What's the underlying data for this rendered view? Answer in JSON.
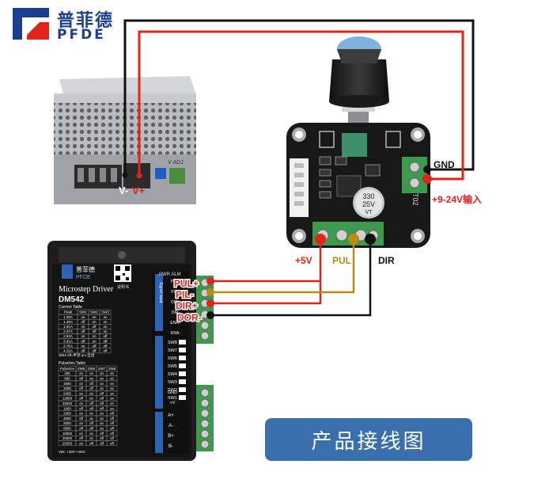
{
  "logo": {
    "cn": "普菲德",
    "en": "PFDE"
  },
  "power_supply": {
    "terminal_neg": "V-",
    "terminal_pos": "V+",
    "side_label": "V ADJ"
  },
  "controller_board": {
    "model": "KT02",
    "capacitor_value": "330",
    "capacitor_voltage": "25V",
    "capacitor_series": "VT",
    "terminal_gnd": "GND",
    "terminal_supply": "+9-24V输入",
    "out_5v": "+5V",
    "out_pul": "PUL",
    "out_dir": "DIR"
  },
  "driver": {
    "brand_cn": "普菲德",
    "brand_en": "PFDE",
    "title": "Microstep  Driver",
    "model": "DM542",
    "current_table_label": "Current  Table",
    "current_headers": [
      "Peak",
      "SW1",
      "SW2",
      "SW3"
    ],
    "current_rows": [
      [
        "1.00A",
        "on",
        "on",
        "on"
      ],
      [
        "1.46A",
        "off",
        "on",
        "on"
      ],
      [
        "1.91A",
        "on",
        "off",
        "on"
      ],
      [
        "2.37A",
        "off",
        "off",
        "on"
      ],
      [
        "2.84A",
        "on",
        "on",
        "off"
      ],
      [
        "3.31A",
        "off",
        "on",
        "off"
      ],
      [
        "3.76A",
        "on",
        "off",
        "off"
      ],
      [
        "4.22A",
        "off",
        "off",
        "off"
      ]
    ],
    "sw4_note": "SW4 off=半流  on=全流",
    "pulse_table_label": "Pulse/rev Table",
    "pulse_headers": [
      "Pulse/rev",
      "SW5",
      "SW6",
      "SW7",
      "SW8"
    ],
    "pulse_rows": [
      [
        "400",
        "on",
        "on",
        "on",
        "on"
      ],
      [
        "800",
        "off",
        "on",
        "on",
        "on"
      ],
      [
        "1600",
        "on",
        "off",
        "on",
        "on"
      ],
      [
        "3200",
        "off",
        "off",
        "on",
        "on"
      ],
      [
        "6400",
        "on",
        "on",
        "off",
        "on"
      ],
      [
        "12800",
        "off",
        "on",
        "off",
        "on"
      ],
      [
        "25600",
        "on",
        "off",
        "off",
        "on"
      ],
      [
        "1000",
        "off",
        "off",
        "off",
        "on"
      ],
      [
        "2000",
        "on",
        "on",
        "on",
        "off"
      ],
      [
        "4000",
        "off",
        "on",
        "on",
        "off"
      ],
      [
        "5000",
        "on",
        "off",
        "on",
        "off"
      ],
      [
        "8000",
        "off",
        "off",
        "on",
        "off"
      ],
      [
        "10000",
        "on",
        "on",
        "off",
        "off"
      ],
      [
        "20000",
        "off",
        "on",
        "off",
        "off"
      ],
      [
        "25000",
        "on",
        "off",
        "off",
        "off"
      ]
    ],
    "voltage_note": "VIN: +20V~+50V",
    "qr_caption": "说明书",
    "leds": "PWR  ALM",
    "signal_labels": [
      "PUL+",
      "PUL-",
      "DIR+",
      "DIR-",
      "ENA+",
      "ENA-"
    ],
    "side_text": "Signal Input",
    "switch_labels": [
      "SW8",
      "SW7",
      "SW6",
      "SW5",
      "SW4",
      "SW3",
      "SW2",
      "SW1"
    ],
    "power_labels": [
      "GND",
      "+V"
    ],
    "motor_labels": [
      "A+",
      "A-",
      "B+",
      "B-"
    ]
  },
  "wire_labels": [
    "PUL+",
    "PIL-",
    "DIR+",
    "DOR-"
  ],
  "caption": "产品接线图",
  "colors": {
    "red_wire": "#e2231a",
    "black_wire": "#111111",
    "yellow_wire": "#b98a14",
    "accent": "#3a6fae"
  }
}
